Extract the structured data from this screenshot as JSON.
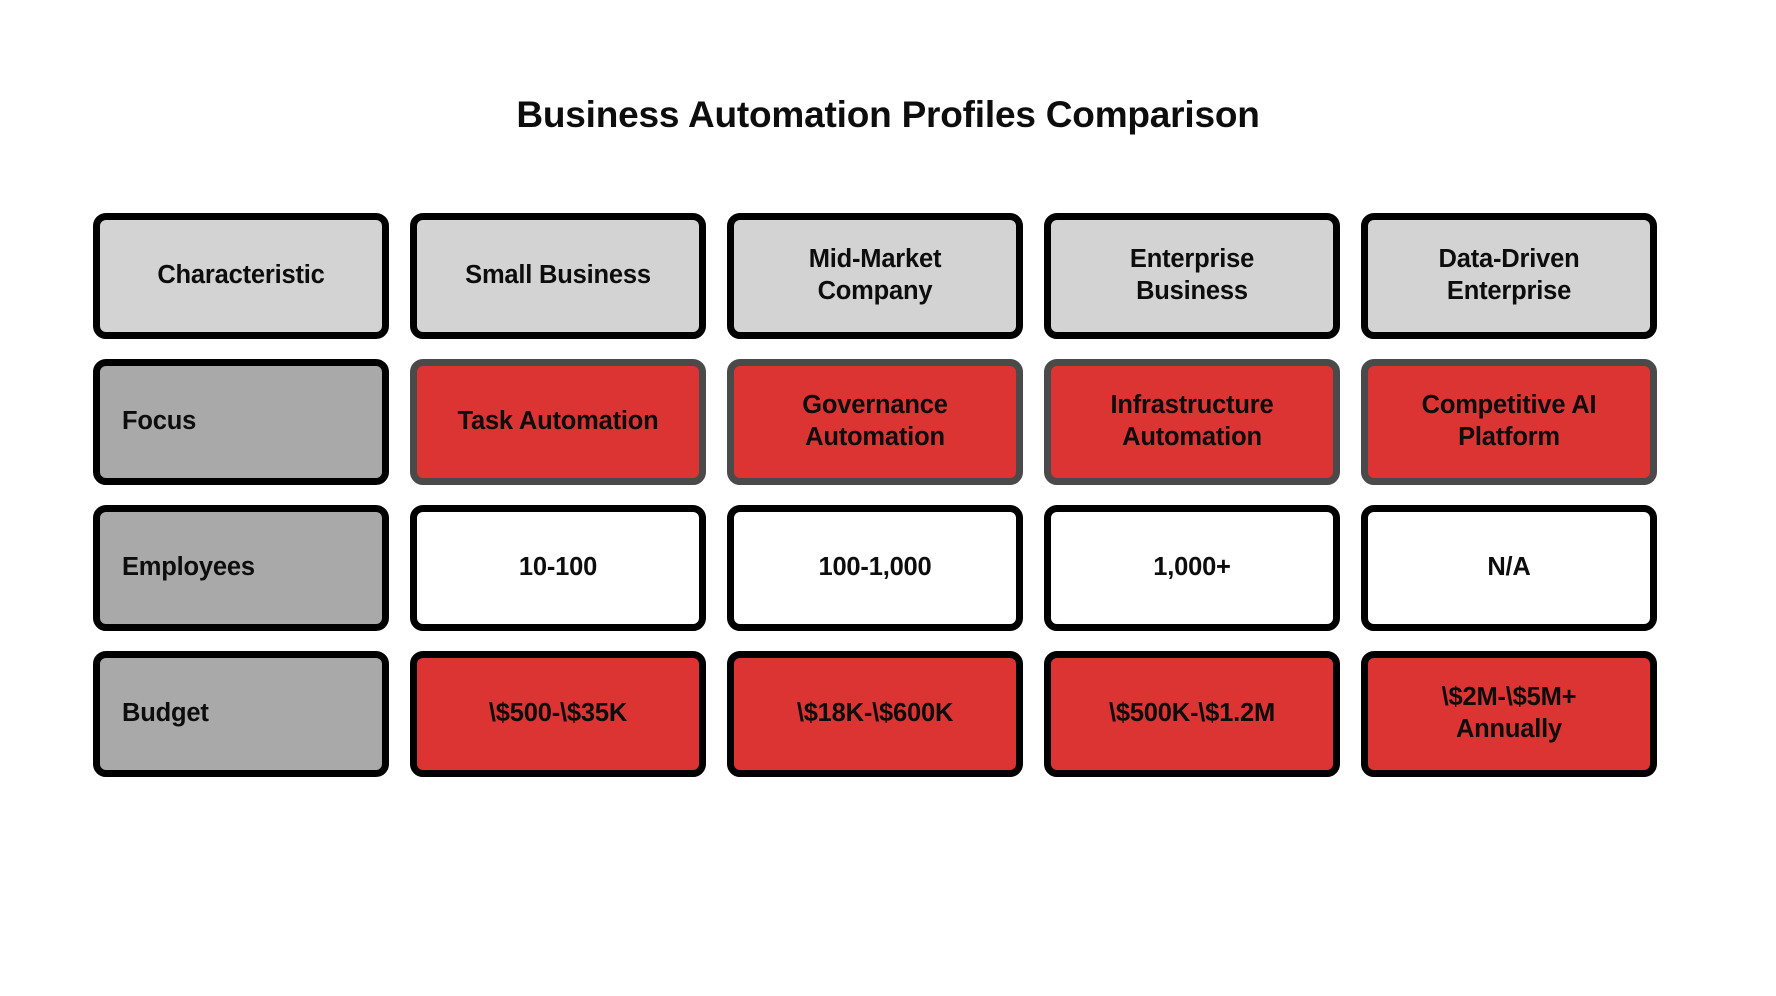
{
  "title": "Business Automation Profiles Comparison",
  "theme": {
    "background": "#ffffff",
    "text": "#0d0d0d",
    "header_fill": "#d3d3d3",
    "rowlabel_fill": "#a9a9a9",
    "accent_red": "#dc3333",
    "border_black": "#000000",
    "border_gray": "#4a4a4a",
    "plain_fill": "#ffffff"
  },
  "chart_data": {
    "type": "table",
    "title": "Business Automation Profiles Comparison",
    "xlabel": "",
    "ylabel": "",
    "columns": [
      "Characteristic",
      "Small Business",
      "Mid-Market\nCompany",
      "Enterprise\nBusiness",
      "Data-Driven\nEnterprise"
    ],
    "rows": [
      {
        "label": "Focus",
        "style": "red-soft",
        "values": [
          "Task Automation",
          "Governance\nAutomation",
          "Infrastructure\nAutomation",
          "Competitive AI\nPlatform"
        ]
      },
      {
        "label": "Employees",
        "style": "plain",
        "values": [
          "10-100",
          "100-1,000",
          "1,000+",
          "N/A"
        ]
      },
      {
        "label": "Budget",
        "style": "red-hard",
        "values": [
          "\\$500-\\$35K",
          "\\$18K-\\$600K",
          "\\$500K-\\$1.2M",
          "\\$2M-\\$5M+\nAnnually"
        ]
      }
    ],
    "legend": [],
    "grid": false
  }
}
